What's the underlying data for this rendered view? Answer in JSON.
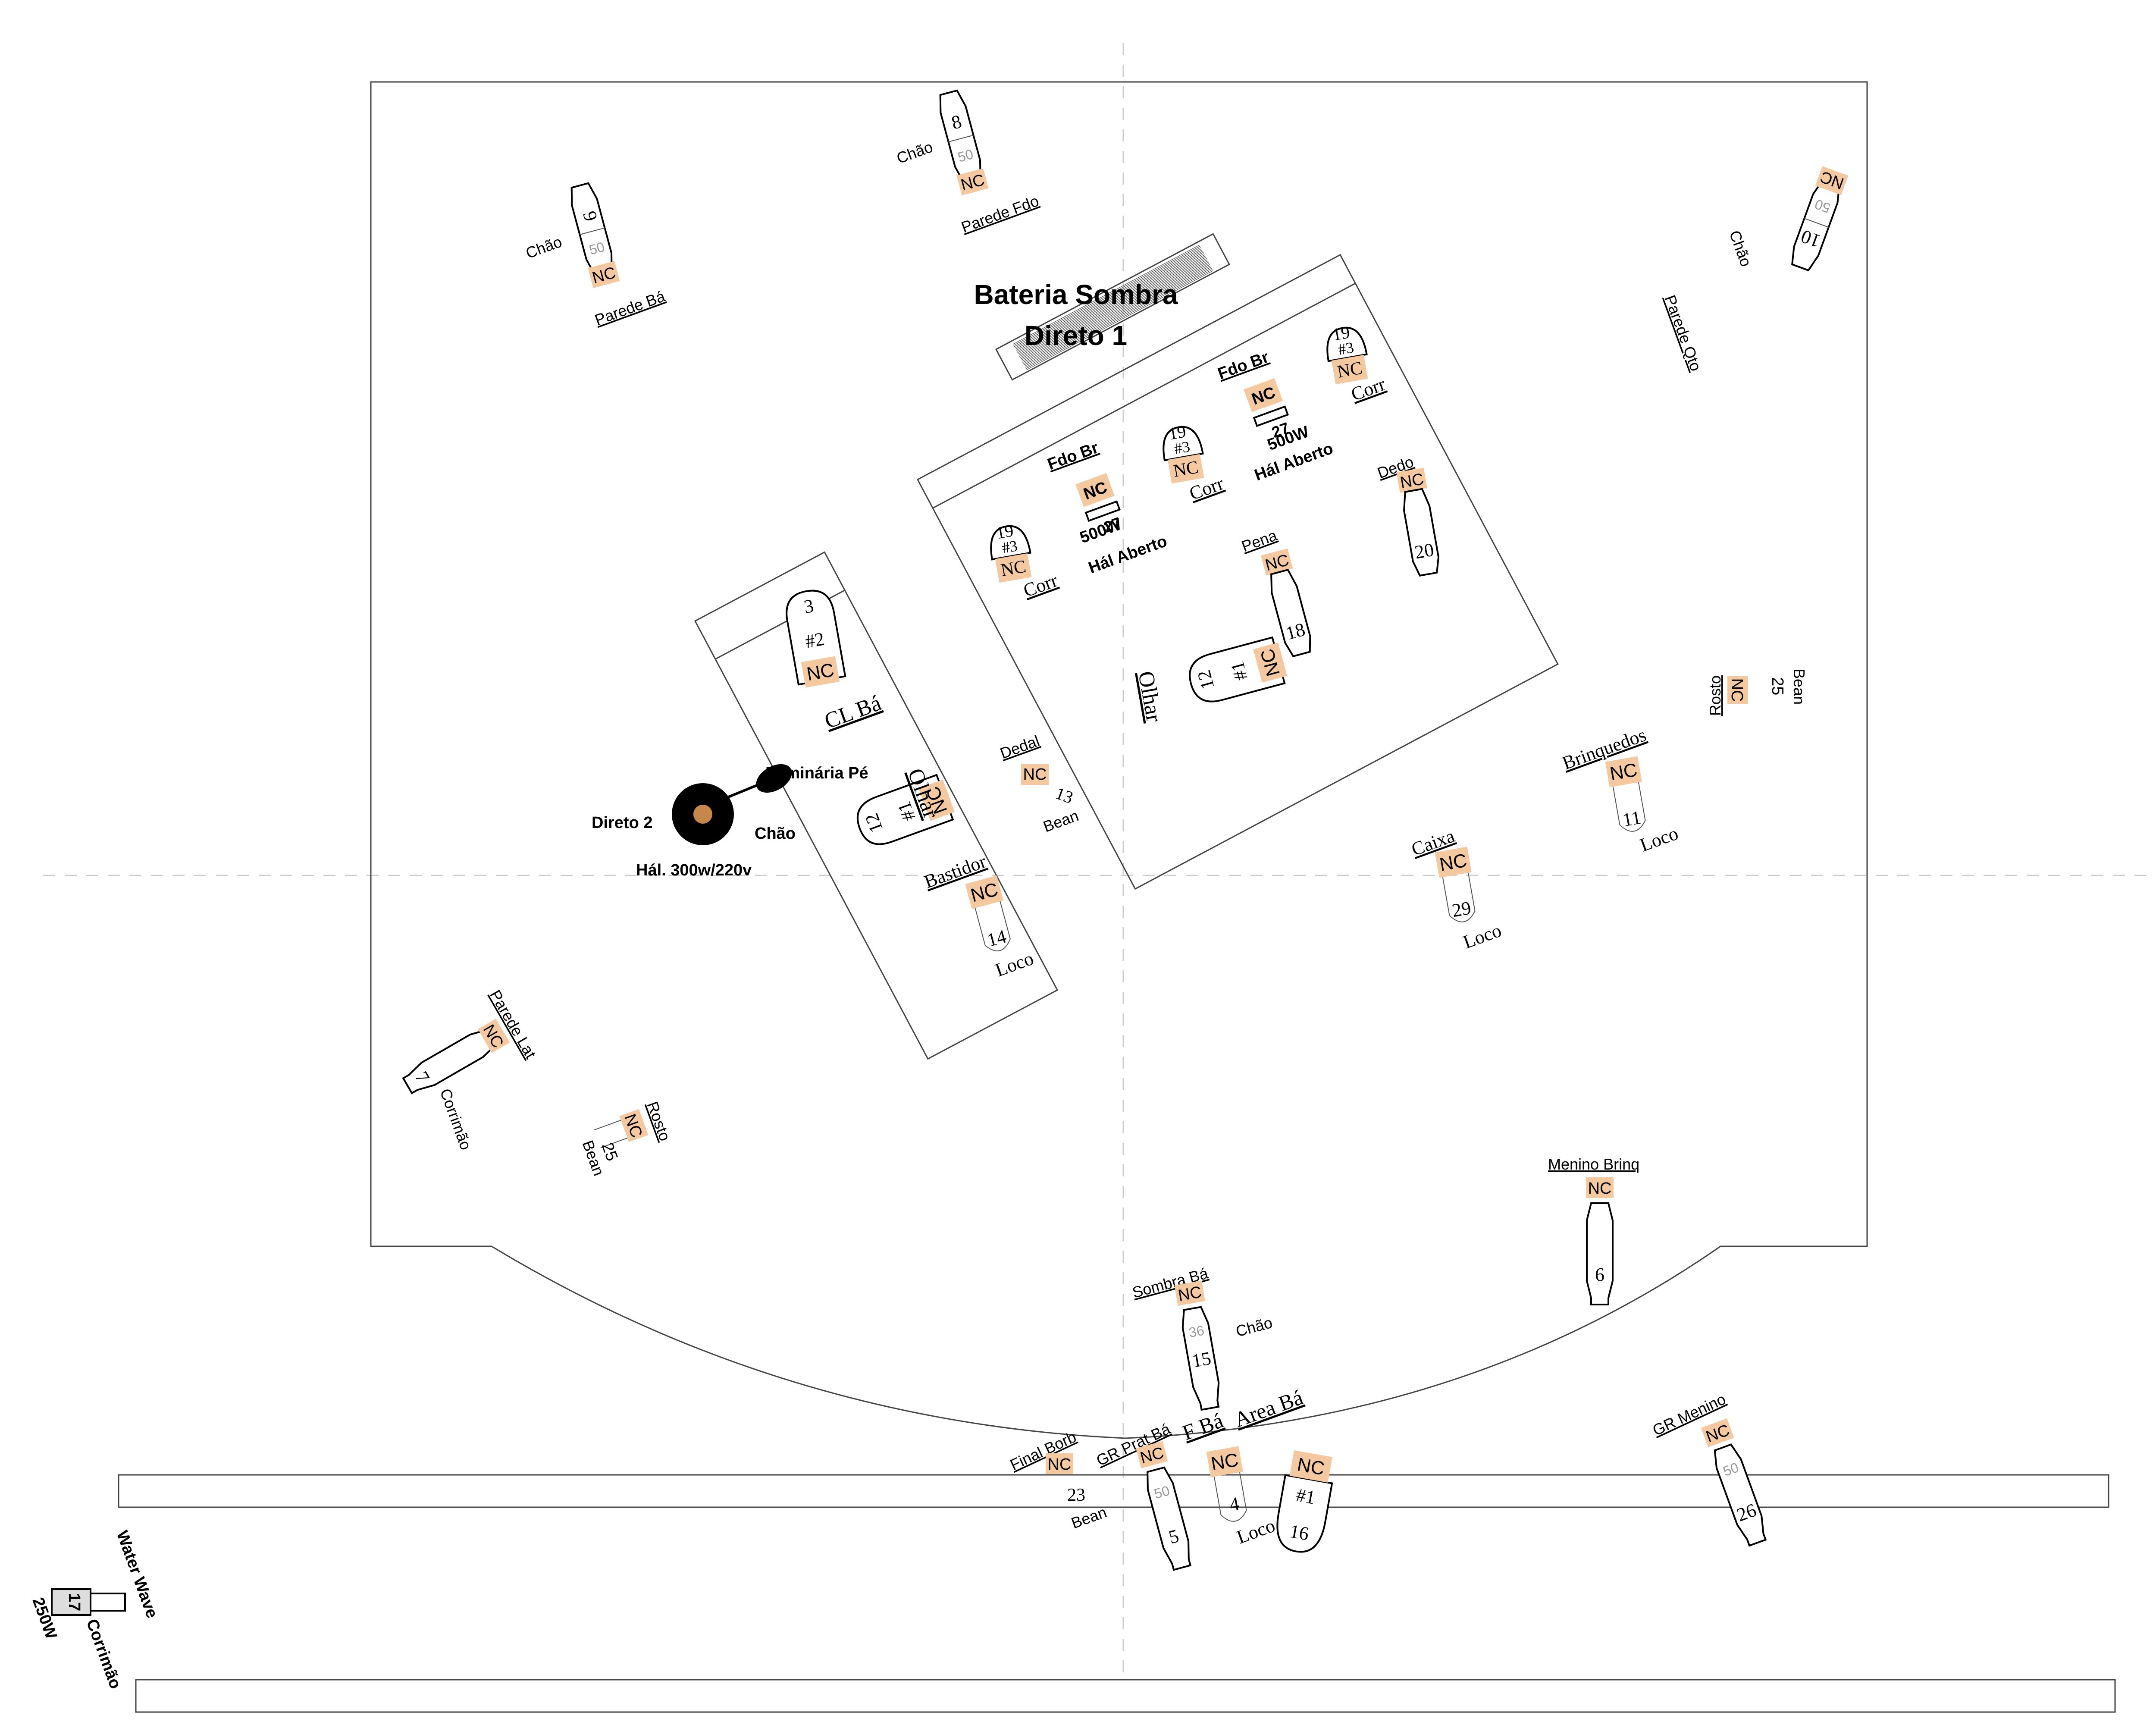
{
  "title": {
    "line1": "Bateria Sombra",
    "line2": "Direto 1"
  },
  "nc_tag": "NC",
  "fixtures": [
    {
      "id": "f9",
      "num": "9",
      "ang": "50",
      "name": "Parede Bá",
      "focus": "Chão"
    },
    {
      "id": "f8",
      "num": "8",
      "ang": "50",
      "name": "Parede Fdo",
      "focus": "Chão"
    },
    {
      "id": "f10",
      "num": "10",
      "ang": "50",
      "name": "Parede Qto",
      "focus": "Chão"
    },
    {
      "id": "f7",
      "num": "7",
      "name": "Parede Lat",
      "focus": "Corrimão"
    },
    {
      "id": "f25a",
      "num": "25",
      "name": "Rosto",
      "type": "Bean"
    },
    {
      "id": "f25b",
      "num": "25",
      "name": "Rosto",
      "type": "Bean"
    },
    {
      "id": "f13",
      "num": "13",
      "name": "Dedal",
      "type": "Bean"
    },
    {
      "id": "f14",
      "num": "14",
      "name": "Bastidor",
      "type": "Loco"
    },
    {
      "id": "f3",
      "num": "3",
      "gel": "#2",
      "name": "CL Bá"
    },
    {
      "id": "f12a",
      "num": "12",
      "gel": "#1",
      "name": "Olhar"
    },
    {
      "id": "f12b",
      "num": "12",
      "gel": "#1",
      "name": "Olhar"
    },
    {
      "id": "f19a",
      "num": "19",
      "gel": "#3",
      "name": "Corr"
    },
    {
      "id": "f19b",
      "num": "19",
      "gel": "#3",
      "name": "Corr"
    },
    {
      "id": "f19c",
      "num": "19",
      "gel": "#3",
      "name": "Corr"
    },
    {
      "id": "f27a",
      "num": "27",
      "name": "Fdo Br",
      "watt": "500W",
      "type": "Hál Aberto"
    },
    {
      "id": "f27b",
      "num": "27",
      "name": "Fdo Br",
      "watt": "500W",
      "type": "Hál Aberto"
    },
    {
      "id": "f18",
      "num": "18",
      "name": "Pena"
    },
    {
      "id": "f20",
      "num": "20",
      "name": "Dedo"
    },
    {
      "id": "f29",
      "num": "29",
      "name": "Caixa",
      "type": "Loco"
    },
    {
      "id": "f11",
      "num": "11",
      "name": "Brinquedos",
      "type": "Loco"
    },
    {
      "id": "f6",
      "num": "6",
      "name": "Menino Brinq"
    },
    {
      "id": "f15",
      "num": "15",
      "ang": "36",
      "name": "Sombra Bá",
      "focus": "Chão"
    },
    {
      "id": "f23",
      "num": "23",
      "name": "Final Borb",
      "type": "Bean"
    },
    {
      "id": "f5",
      "num": "5",
      "ang": "50",
      "name": "GR Prat Bá"
    },
    {
      "id": "f4",
      "num": "4",
      "name": "F Bá",
      "type": "Loco"
    },
    {
      "id": "f16",
      "num": "16",
      "gel": "#1",
      "name": "Area Bá"
    },
    {
      "id": "f26",
      "num": "26",
      "ang": "50",
      "name": "GR Menino"
    },
    {
      "id": "f17",
      "num": "17",
      "name": "Water Wave",
      "focus": "Corrimão",
      "watt": "250W"
    }
  ],
  "floor_lamp": {
    "name": "Luminária Pé",
    "direct": "Direto 2",
    "focus": "Chão",
    "spec": "Hál. 300w/220v"
  },
  "colors": {
    "nc_fill": "#f5c9a0",
    "lamp_center": "#c8874a"
  }
}
